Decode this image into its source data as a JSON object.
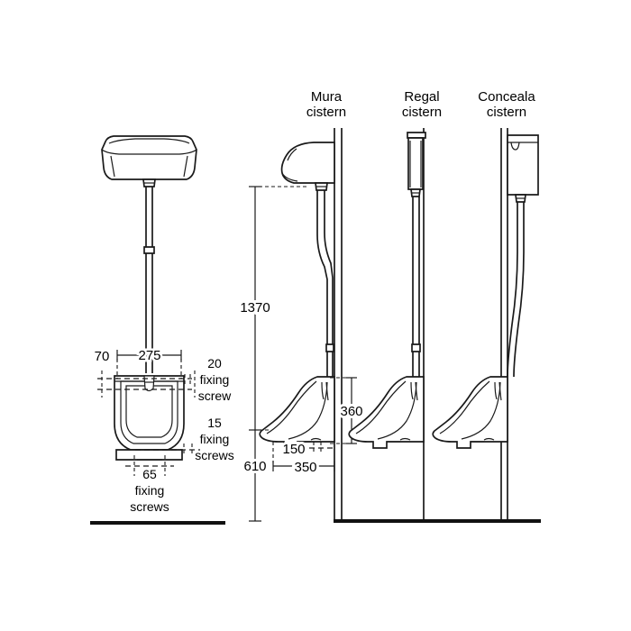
{
  "drawing": {
    "title": "Wall hung urinal with cistern options - installation dimensions",
    "background_color": "#ffffff",
    "line_color": "#1a1a1a",
    "units": "mm"
  },
  "headings": [
    {
      "id": "mura",
      "line1": "Mura",
      "line2": "cistern"
    },
    {
      "id": "regal",
      "line1": "Regal",
      "line2": "cistern"
    },
    {
      "id": "conceala",
      "line1": "Conceala",
      "line2": "cistern"
    }
  ],
  "dimensions": {
    "width_overall": "275",
    "offset_left": "70",
    "height_total": "1370",
    "height_floor_to_bowl": "610",
    "bowl_height": "360",
    "projection": "350",
    "depth_rear": "150"
  },
  "notes": [
    {
      "id": "screw-20",
      "value": "20",
      "line2": "fixing",
      "line3": "screw"
    },
    {
      "id": "screw-15",
      "value": "15",
      "line2": "fixing",
      "line3": "screws"
    },
    {
      "id": "screw-65",
      "value": "65",
      "line2": "fixing",
      "line3": "screws"
    }
  ],
  "views": {
    "front": {
      "name": "front-elevation"
    },
    "side_mura": {
      "name": "side-elevation-mura"
    },
    "side_regal": {
      "name": "side-elevation-regal"
    },
    "side_conceala": {
      "name": "side-elevation-conceala"
    }
  }
}
